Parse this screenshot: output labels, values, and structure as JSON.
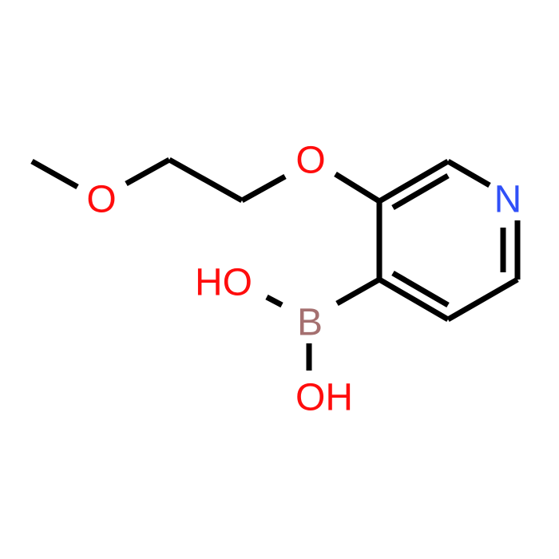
{
  "molecule": {
    "atoms": {
      "o_methoxy": {
        "symbol": "O",
        "color": "#ff0d0d"
      },
      "o_ether": {
        "symbol": "O",
        "color": "#ff0d0d"
      },
      "n_ring": {
        "symbol": "N",
        "color": "#3050f8"
      },
      "b": {
        "symbol": "B",
        "color": "#a57070"
      },
      "oh_upper": {
        "symbol": "HO",
        "color": "#ff0d0d"
      },
      "oh_lower": {
        "symbol": "OH",
        "color": "#ff0d0d"
      }
    },
    "bond_color": "#000000",
    "background": "#ffffff"
  }
}
